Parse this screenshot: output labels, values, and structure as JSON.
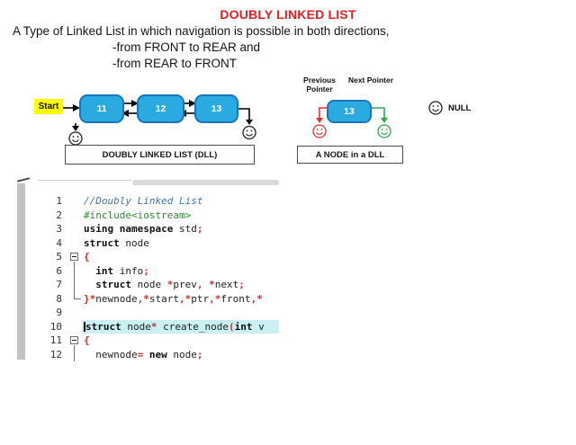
{
  "header": {
    "title": "DOUBLY LINKED LIST",
    "line1": "A Type of Linked List in which navigation is possible in both directions,",
    "line2": "-from FRONT to REAR and",
    "line3": "-from REAR to FRONT"
  },
  "colors": {
    "title_red": "#e41e1e",
    "node_fill": "#29abe2",
    "node_border": "#1b75bc",
    "start_yellow": "#ffff00",
    "null_red": "#e03131",
    "null_green": "#2fa84f",
    "code_highlight": "#c9f0f2",
    "comment_blue": "#3a78b5",
    "preproc_green": "#2e8b2e",
    "operator_red": "#cc2f2f"
  },
  "icons": {
    "null_smiley": "smiley face = NULL pointer"
  },
  "diagram": {
    "start_label": "Start",
    "nodes": [
      "11",
      "12",
      "13"
    ],
    "dll_caption": "DOUBLY LINKED LIST (DLL)",
    "single_node": {
      "previous_pointer_label": "Previous Pointer",
      "next_pointer_label": "Next Pointer",
      "value": "13",
      "null_label": "NULL",
      "caption": "A NODE in a DLL"
    }
  },
  "code": {
    "lines": [
      {
        "no": "1",
        "fold": "",
        "segs": [
          {
            "t": "//Doubly Linked List",
            "c": "cm"
          }
        ]
      },
      {
        "no": "2",
        "fold": "",
        "segs": [
          {
            "t": "#include<iostream>",
            "c": "pp"
          }
        ]
      },
      {
        "no": "3",
        "fold": "",
        "segs": [
          {
            "t": "using namespace",
            "c": "kw"
          },
          {
            "t": " std",
            "c": "pl"
          },
          {
            "t": ";",
            "c": "op"
          }
        ]
      },
      {
        "no": "4",
        "fold": "",
        "segs": [
          {
            "t": "struct",
            "c": "kw"
          },
          {
            "t": " node",
            "c": "pl"
          }
        ]
      },
      {
        "no": "5",
        "fold": "start",
        "segs": [
          {
            "t": "{",
            "c": "op"
          }
        ]
      },
      {
        "no": "6",
        "fold": "mid",
        "segs": [
          {
            "t": "  ",
            "c": "pl"
          },
          {
            "t": "int",
            "c": "kw"
          },
          {
            "t": " info",
            "c": "pl"
          },
          {
            "t": ";",
            "c": "op"
          }
        ]
      },
      {
        "no": "7",
        "fold": "mid",
        "segs": [
          {
            "t": "  ",
            "c": "pl"
          },
          {
            "t": "struct",
            "c": "kw"
          },
          {
            "t": " node ",
            "c": "pl"
          },
          {
            "t": "*",
            "c": "op"
          },
          {
            "t": "prev",
            "c": "pl"
          },
          {
            "t": ", *",
            "c": "op"
          },
          {
            "t": "next",
            "c": "pl"
          },
          {
            "t": ";",
            "c": "op"
          }
        ]
      },
      {
        "no": "8",
        "fold": "end",
        "segs": [
          {
            "t": "}*",
            "c": "op"
          },
          {
            "t": "newnode",
            "c": "pl"
          },
          {
            "t": ",*",
            "c": "op"
          },
          {
            "t": "start",
            "c": "pl"
          },
          {
            "t": ",*",
            "c": "op"
          },
          {
            "t": "ptr",
            "c": "pl"
          },
          {
            "t": ",*",
            "c": "op"
          },
          {
            "t": "front",
            "c": "pl"
          },
          {
            "t": ",*",
            "c": "op"
          }
        ]
      },
      {
        "no": "9",
        "fold": "",
        "segs": []
      },
      {
        "no": "10",
        "fold": "",
        "hl": true,
        "cursor": true,
        "segs": [
          {
            "t": "struct",
            "c": "kw"
          },
          {
            "t": " node",
            "c": "pl"
          },
          {
            "t": "*",
            "c": "op"
          },
          {
            "t": " create_node",
            "c": "pl"
          },
          {
            "t": "(",
            "c": "op"
          },
          {
            "t": "int",
            "c": "kw"
          },
          {
            "t": " v",
            "c": "pl"
          }
        ]
      },
      {
        "no": "11",
        "fold": "start",
        "segs": [
          {
            "t": "{",
            "c": "op"
          }
        ]
      },
      {
        "no": "12",
        "fold": "mid",
        "segs": [
          {
            "t": "  newnode",
            "c": "pl"
          },
          {
            "t": "=",
            "c": "op"
          },
          {
            "t": " ",
            "c": "pl"
          },
          {
            "t": "new",
            "c": "kw"
          },
          {
            "t": " node",
            "c": "pl"
          },
          {
            "t": ";",
            "c": "op"
          }
        ]
      }
    ]
  }
}
